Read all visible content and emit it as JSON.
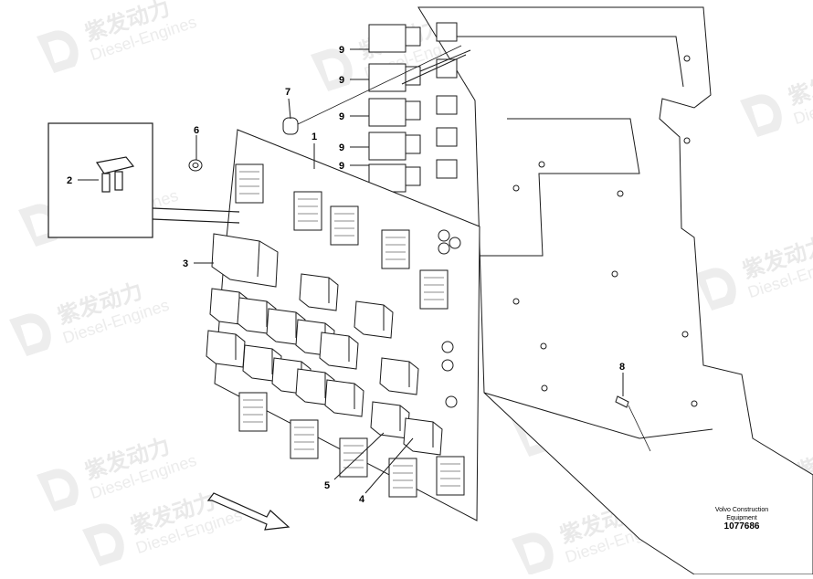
{
  "watermark": {
    "cn": "紫发动力",
    "en": "Diesel-Engines"
  },
  "callouts": [
    {
      "id": "1",
      "text": "1"
    },
    {
      "id": "2",
      "text": "2"
    },
    {
      "id": "3",
      "text": "3"
    },
    {
      "id": "4",
      "text": "4"
    },
    {
      "id": "5",
      "text": "5"
    },
    {
      "id": "6",
      "text": "6"
    },
    {
      "id": "7",
      "text": "7"
    },
    {
      "id": "8",
      "text": "8"
    },
    {
      "id": "9a",
      "text": "9"
    },
    {
      "id": "9b",
      "text": "9"
    },
    {
      "id": "9c",
      "text": "9"
    },
    {
      "id": "9d",
      "text": "9"
    },
    {
      "id": "9e",
      "text": "9"
    }
  ],
  "footer": {
    "maker_line1": "Volvo Construction",
    "maker_line2": "Equipment",
    "drawing_number": "1077686"
  },
  "colors": {
    "line": "#1a1a1a",
    "watermark": "#e6e6e6"
  }
}
